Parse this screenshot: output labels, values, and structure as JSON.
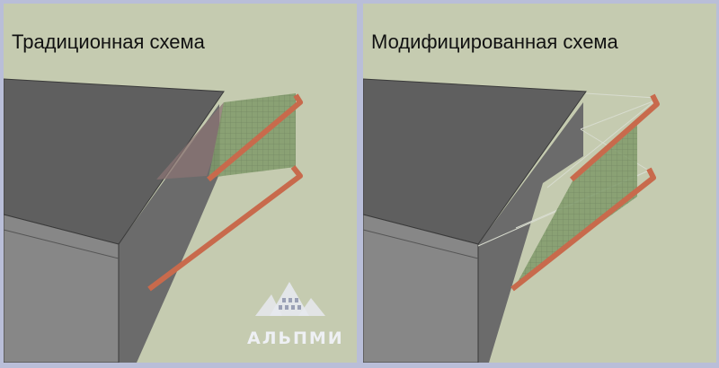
{
  "panels": [
    {
      "title": "Традиционная схема"
    },
    {
      "title": "Модифицированная схема"
    }
  ],
  "logo": {
    "text": "АЛЬПМИ",
    "icon": "mountain-house-logo-icon"
  },
  "colors": {
    "background": "#c5cbb0",
    "divider": "#b9bed8",
    "top_face": "#5f5f5f",
    "front_face": "#878787",
    "side_face": "#6b6b6b",
    "awning_fill": "#7f9a6a",
    "frame_bar": "#c86a4c"
  }
}
